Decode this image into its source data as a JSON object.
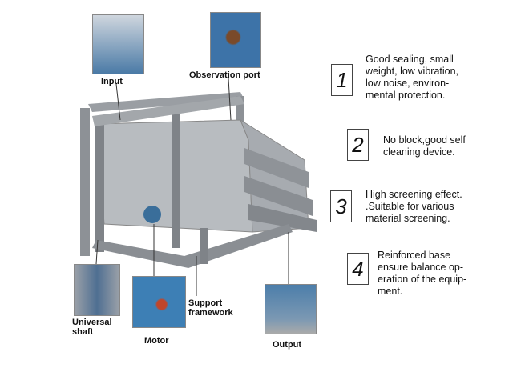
{
  "callouts": {
    "input": "Input",
    "observation_port": "Observation port",
    "universal_shaft": "Universal\nshaft",
    "motor": "Motor",
    "support_framework": "Support\nframework",
    "output": "Output"
  },
  "features": [
    {
      "number": "1",
      "text": "Good sealing, small\nweight, low vibration,\nlow noise, environ-\nmental protection."
    },
    {
      "number": "2",
      "text": "No block,good self\ncleaning device."
    },
    {
      "number": "3",
      "text": "High screening effect.\n.Suitable for various\nmaterial screening."
    },
    {
      "number": "4",
      "text": "Reinforced base\nensure balance op-\neration of the equip-\nment."
    }
  ]
}
